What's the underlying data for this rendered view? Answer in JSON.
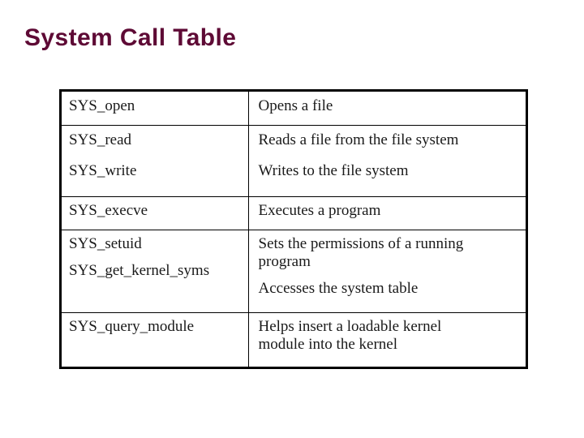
{
  "slide": {
    "title": "System Call Table",
    "title_color": "#5e0a35",
    "background_color": "#ffffff",
    "border_color": "#000000",
    "text_color": "#1a1a1a"
  },
  "table": {
    "row_blocks": [
      {
        "entries": [
          {
            "syscall": "SYS_open",
            "description_lines": [
              "Opens a file"
            ]
          }
        ]
      },
      {
        "entries": [
          {
            "syscall": "SYS_read",
            "description_lines": [
              "Reads a file from the file system"
            ]
          },
          {
            "syscall": "SYS_write",
            "description_lines": [
              "Writes to the file system"
            ]
          }
        ]
      },
      {
        "entries": [
          {
            "syscall": "SYS_execve",
            "description_lines": [
              "Executes a program"
            ]
          }
        ]
      },
      {
        "entries": [
          {
            "syscall": "SYS_setuid",
            "description_lines": [
              "Sets the permissions of a running",
              "program"
            ]
          },
          {
            "syscall": "SYS_get_kernel_syms",
            "description_lines": [
              "Accesses the system table"
            ]
          }
        ]
      },
      {
        "entries": [
          {
            "syscall": "SYS_query_module",
            "description_lines": [
              "Helps insert a loadable kernel",
              "module into the kernel"
            ]
          }
        ]
      }
    ]
  }
}
